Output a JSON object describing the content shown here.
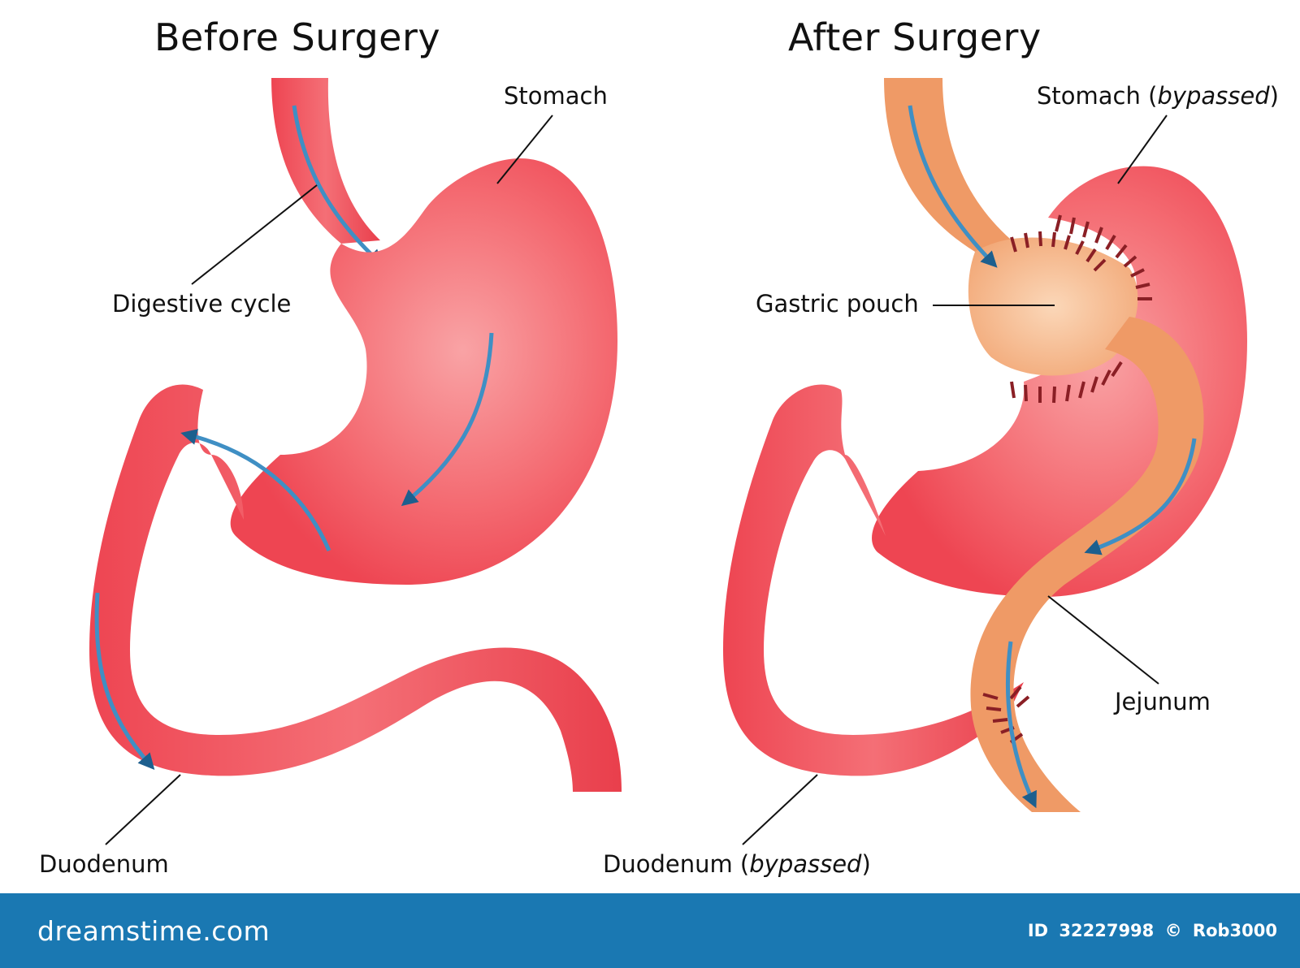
{
  "panels": {
    "before": {
      "title": "Before Surgery",
      "labels": {
        "stomach": "Stomach",
        "digestive_cycle": "Digestive cycle",
        "duodenum": "Duodenum"
      }
    },
    "after": {
      "title": "After Surgery",
      "labels": {
        "stomach_prefix": "Stomach (",
        "stomach_em": "bypassed",
        "stomach_suffix": ")",
        "gastric_pouch": "Gastric pouch",
        "jejunum": "Jejunum",
        "duodenum_prefix": "Duodenum (",
        "duodenum_em": "bypassed",
        "duodenum_suffix": ")"
      }
    }
  },
  "footer": {
    "brand": "dreamstime.com",
    "id_label": "ID",
    "id_number": "32227998",
    "copyright_symbol": "©",
    "author": "Rob3000"
  },
  "colors": {
    "organ_red": "#f04e5a",
    "organ_light": "#f7959a",
    "jejunum_orange": "#ef9a66",
    "pouch_light": "#f6c7a3",
    "staple": "#8a1f25",
    "arrow_blue": "#3f8fc4",
    "footer_bg": "#1a78b2"
  }
}
